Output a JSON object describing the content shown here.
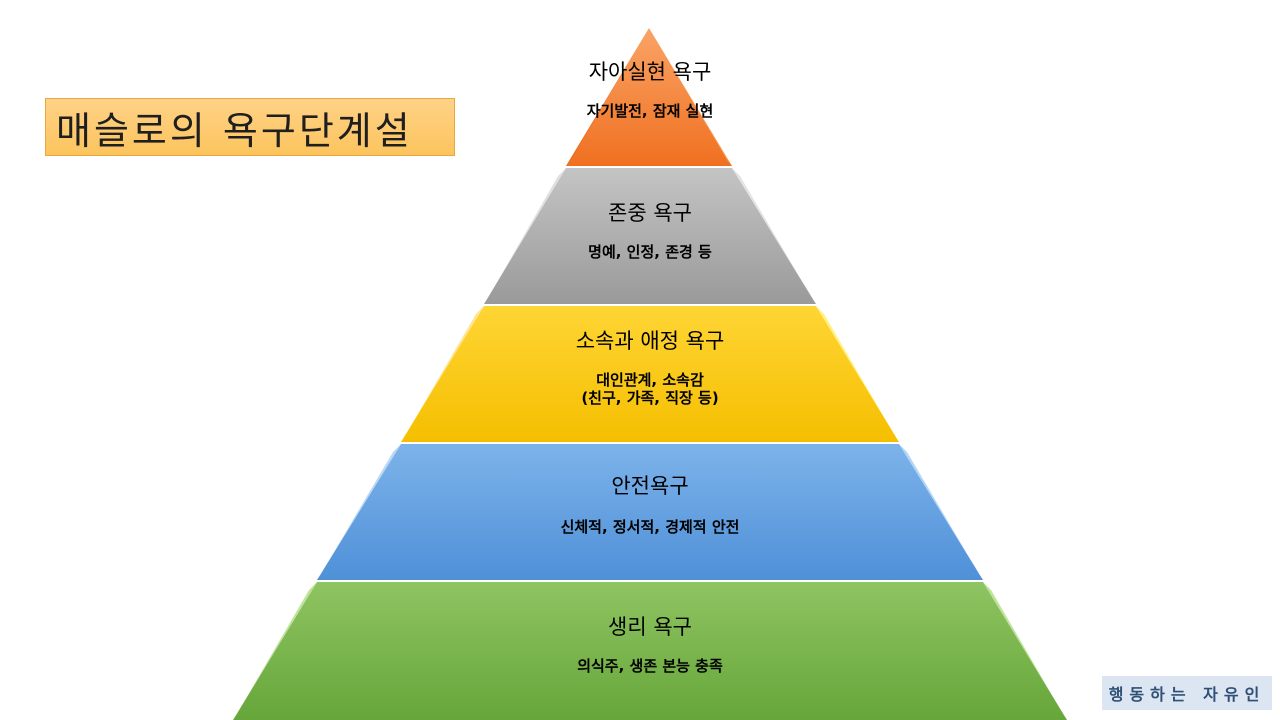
{
  "title": "매슬로의 욕구단계설",
  "levels": [
    {
      "name": "자아실현 욕구",
      "desc": "자기발전, 잠재 실현",
      "color": "#f57d2a"
    },
    {
      "name": "존중 욕구",
      "desc": "명예, 인정, 존경 등",
      "color": "#a5a5a5"
    },
    {
      "name": "소속과 애정 욕구",
      "desc": "대인관계, 소속감\n(친구, 가족, 직장 등)",
      "color": "#fec50c"
    },
    {
      "name": "안전욕구",
      "desc": "신체적, 정서적, 경제적 안전",
      "color": "#5b9ce0"
    },
    {
      "name": "생리 욕구",
      "desc": "의식주, 생존 본능 충족",
      "color": "#72ae43"
    }
  ],
  "watermark": "행동하는 자유인"
}
